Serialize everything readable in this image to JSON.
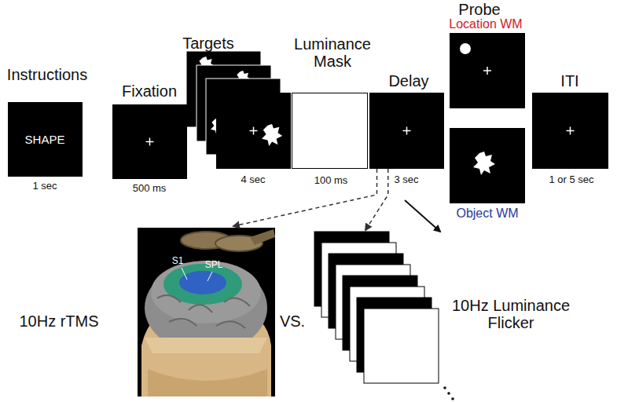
{
  "diagram": {
    "nodes": [
      {
        "text": [
          "Instructions",
          "SHAPE",
          "1 sec"
        ]
      },
      {
        "text": [
          "Fixation",
          "500 ms"
        ]
      },
      {
        "text": [
          "Targets",
          "4 sec"
        ]
      },
      {
        "text": [
          "Luminance Mask",
          "100 ms"
        ]
      },
      {
        "text": [
          "Delay",
          "3 sec"
        ]
      },
      {
        "text": [
          "Probe",
          "Location WM"
        ]
      },
      {
        "text": [
          "Object WM"
        ]
      },
      {
        "text": [
          "ITI",
          "1 or 5 sec"
        ]
      },
      {
        "text": [
          "S1",
          "SPL"
        ]
      },
      {
        "text": [
          "10Hz Luminance Flicker"
        ]
      }
    ],
    "edges": [
      {
        "from": 4,
        "to": 8,
        "arrow": "to"
      },
      {
        "from": 4,
        "to": 9,
        "arrow": "to"
      }
    ],
    "labels": [
      "10Hz rTMS",
      "VS."
    ]
  }
}
